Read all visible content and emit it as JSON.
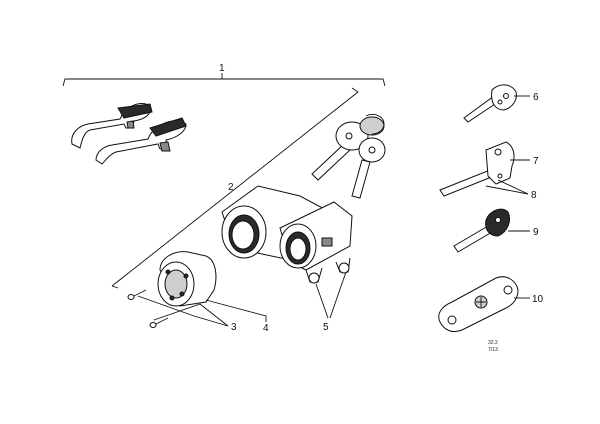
{
  "callouts": {
    "c1": "1",
    "c2": "2",
    "c3": "3",
    "c4": "4",
    "c5": "5",
    "c6": "6",
    "c7": "7",
    "c8": "8",
    "c9": "9",
    "c10": "10"
  },
  "corner_code": {
    "line1": "32.2",
    "line2": "7/13"
  }
}
